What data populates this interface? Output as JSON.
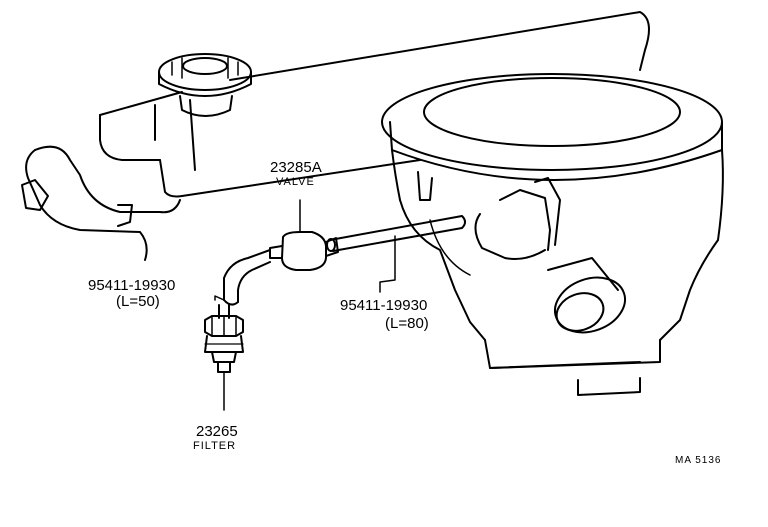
{
  "colors": {
    "line": "#000000",
    "background": "#ffffff"
  },
  "parts": {
    "valve": {
      "number": "23285A",
      "name": "VALVE"
    },
    "hose_short": {
      "number": "95411-19930",
      "length": "(L=50)"
    },
    "hose_long": {
      "number": "95411-19930",
      "length": "(L=80)"
    },
    "filter": {
      "number": "23265",
      "name": "FILTER"
    }
  },
  "drawing_code": "MA  5136"
}
